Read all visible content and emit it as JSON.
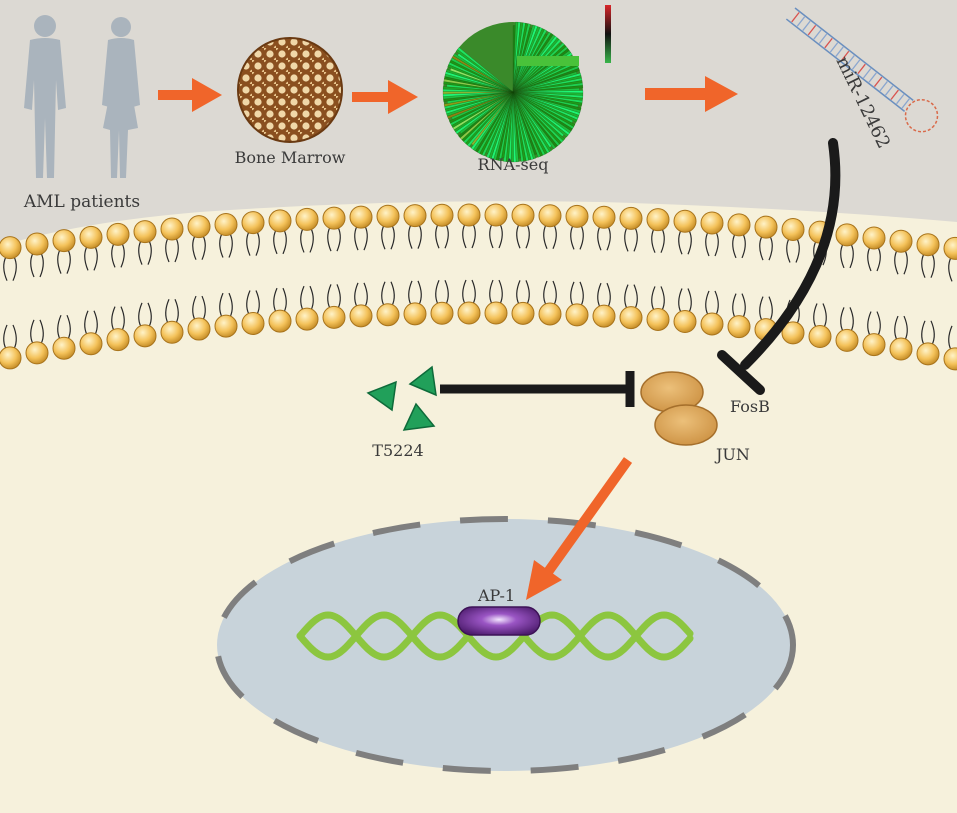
{
  "labels": {
    "patients": "AML patients",
    "marrow": "Bone Marrow",
    "rnaseq": "RNA-seq",
    "mirna": "miR-12462",
    "fosb": "FosB",
    "jun": "JUN",
    "inhibitor": "T5224",
    "ap1": "AP-1"
  },
  "colors": {
    "extracellular": "#dcd9d3",
    "cytoplasm": "#f6f1dc",
    "nucleus": "#c8d3da",
    "lipid_head": "#f4c25a",
    "arrow": "#f0652a",
    "inhibition": "#1a1a1a",
    "protein": "#deaa5c",
    "t5224": "#21a05a",
    "dna": "#8cc63f",
    "ap1": "#6b2c91"
  },
  "icons": {
    "patients": "human-silhouettes-icon",
    "marrow": "bone-marrow-icon",
    "rnaseq": "circular-heatmap-icon",
    "mirna": "hairpin-rna-icon",
    "inhibitor": "small-molecule-triangles-icon"
  }
}
